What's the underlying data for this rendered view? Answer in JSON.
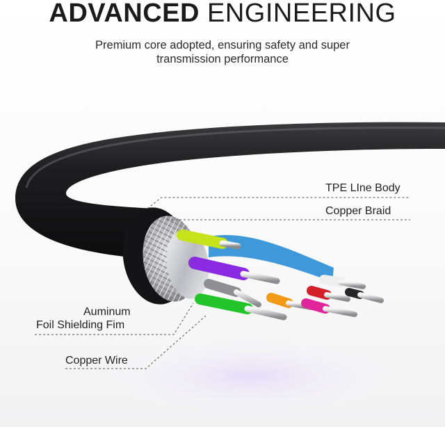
{
  "headline": {
    "bold": "ADVANCED",
    "light": "ENGINEERING"
  },
  "subtitle": {
    "line1": "Premium core adopted, ensuring safety and super",
    "line2": "transmission performance"
  },
  "callouts": {
    "tpe_line_body": "TPE LIne Body",
    "copper_braid": "Copper Braid",
    "foil_shielding_line1": "Auminum",
    "foil_shielding_line2": "Foil Shielding Fim",
    "copper_wire": "Copper Wire"
  },
  "colors": {
    "jacket": "#1c1c1e",
    "braid": "#b8b8bc",
    "leader_line": "#555555",
    "wire_blue": "#2f8fd6",
    "wire_yellow_green": "#c6e21a",
    "wire_purple": "#8a2be2",
    "wire_green": "#22c42a",
    "wire_orange": "#f29a16",
    "wire_magenta": "#e0249a",
    "wire_red": "#d4202a",
    "wire_white": "#eeeeee",
    "wire_gray": "#8f8f93"
  }
}
